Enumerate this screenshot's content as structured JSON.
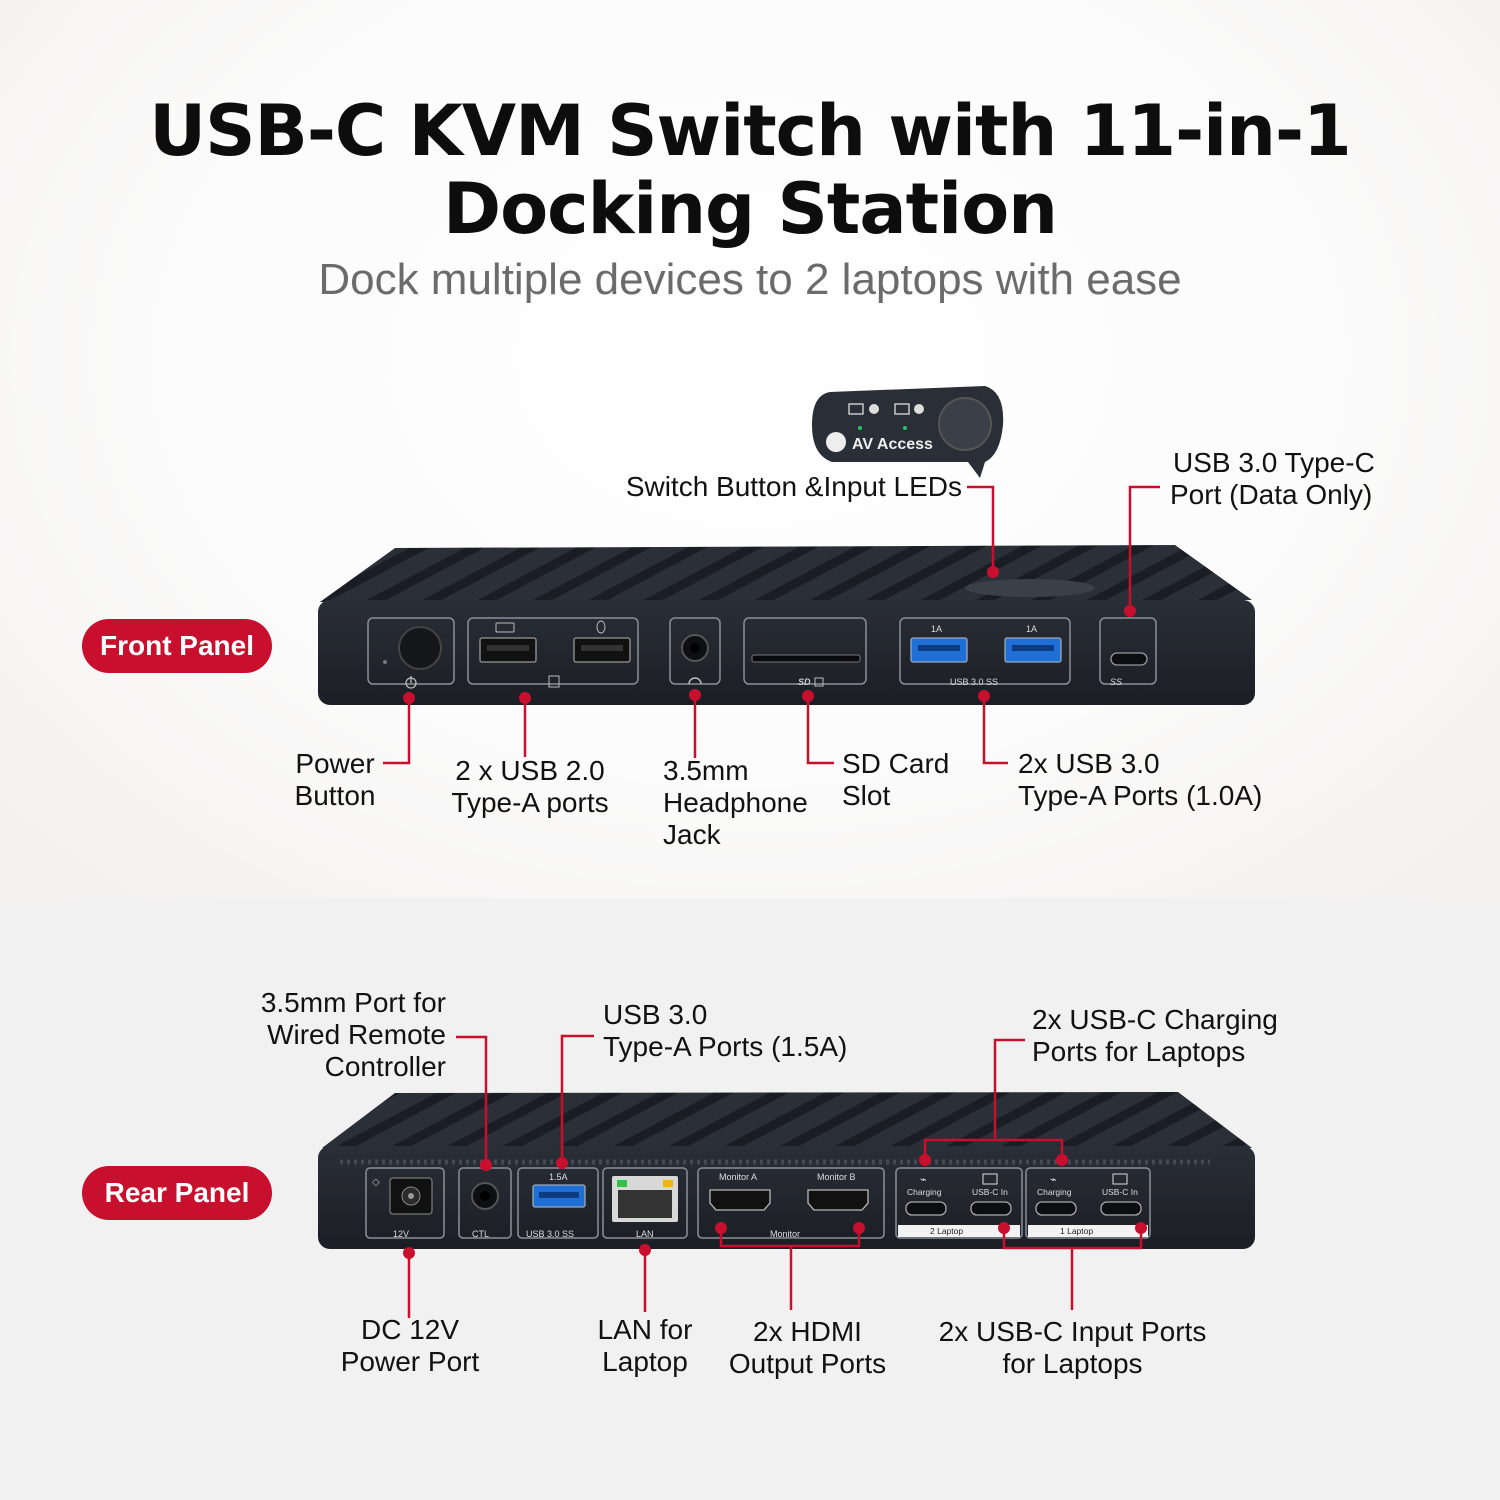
{
  "header": {
    "title_line1": "USB-C KVM Switch with 11-in-1",
    "title_line2": "Docking Station",
    "subtitle": "Dock multiple devices to 2 laptops with ease"
  },
  "front": {
    "badge": "Front Panel",
    "callout_brand": "AV Access",
    "labels": {
      "switch": "Switch Button &Input LEDs",
      "usbc_line1": "USB 3.0 Type-C",
      "usbc_line2": "Port (Data Only)",
      "power_line1": "Power",
      "power_line2": "Button",
      "usb2_line1": "2 x USB 2.0",
      "usb2_line2": "Type-A ports",
      "audio_line1": "3.5mm",
      "audio_line2": "Headphone",
      "audio_line3": "Jack",
      "sd_line1": "SD Card",
      "sd_line2": "Slot",
      "usb3_line1": "2x USB 3.0",
      "usb3_line2": "Type-A Ports (1.0A)"
    },
    "device_text": {
      "a1": "1A",
      "a2": "1A",
      "usb30": "USB 3.0 SS",
      "ss": "SS"
    }
  },
  "rear": {
    "badge": "Rear Panel",
    "labels": {
      "ctl_line1": "3.5mm Port for",
      "ctl_line2": "Wired Remote",
      "ctl_line3": "Controller",
      "usb_line1": "USB 3.0",
      "usb_line2": "Type-A Ports (1.5A)",
      "charge_line1": "2x USB-C Charging",
      "charge_line2": "Ports for Laptops",
      "dc_line1": "DC 12V",
      "dc_line2": "Power Port",
      "lan_line1": "LAN for",
      "lan_line2": "Laptop",
      "hdmi_line1": "2x HDMI",
      "hdmi_line2": "Output Ports",
      "usbcin_line1": "2x USB-C Input Ports",
      "usbcin_line2": "for Laptops"
    },
    "device_text": {
      "v12": "12V",
      "ctl": "CTL",
      "a15": "1.5A",
      "usb30": "USB 3.0 SS",
      "lan": "LAN",
      "monA": "Monitor A",
      "monB": "Monitor B",
      "monitor": "Monitor",
      "charging1": "Charging",
      "usbcin1": "USB-C In",
      "charging2": "Charging",
      "usbcin2": "USB-C In",
      "laptop2": "2 Laptop",
      "laptop1": "1 Laptop"
    }
  },
  "colors": {
    "accent": "#c8102e",
    "device": "#23272f",
    "usb3_blue": "#1f6fd6"
  }
}
